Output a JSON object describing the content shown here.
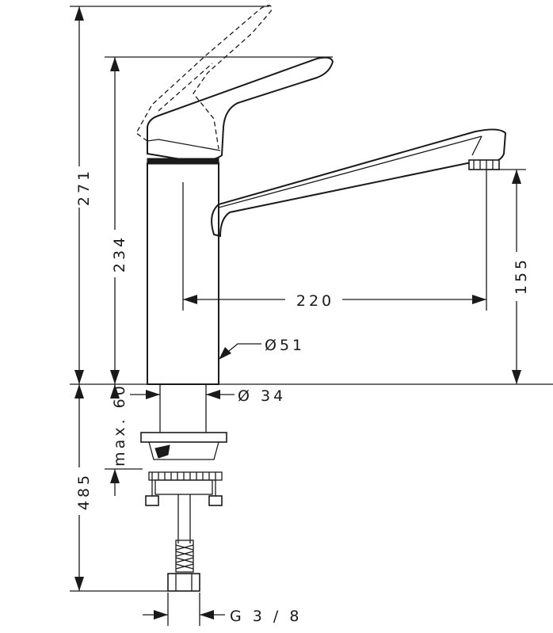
{
  "dimensions": {
    "total_height": "271",
    "spout_height": "234",
    "spout_reach": "220",
    "outlet_height": "155",
    "body_diameter": "Ø51",
    "shank_diameter": "Ø 34",
    "deck_thickness": "max. 60",
    "hose_length": "485",
    "connection_thread": "G 3 / 8"
  }
}
